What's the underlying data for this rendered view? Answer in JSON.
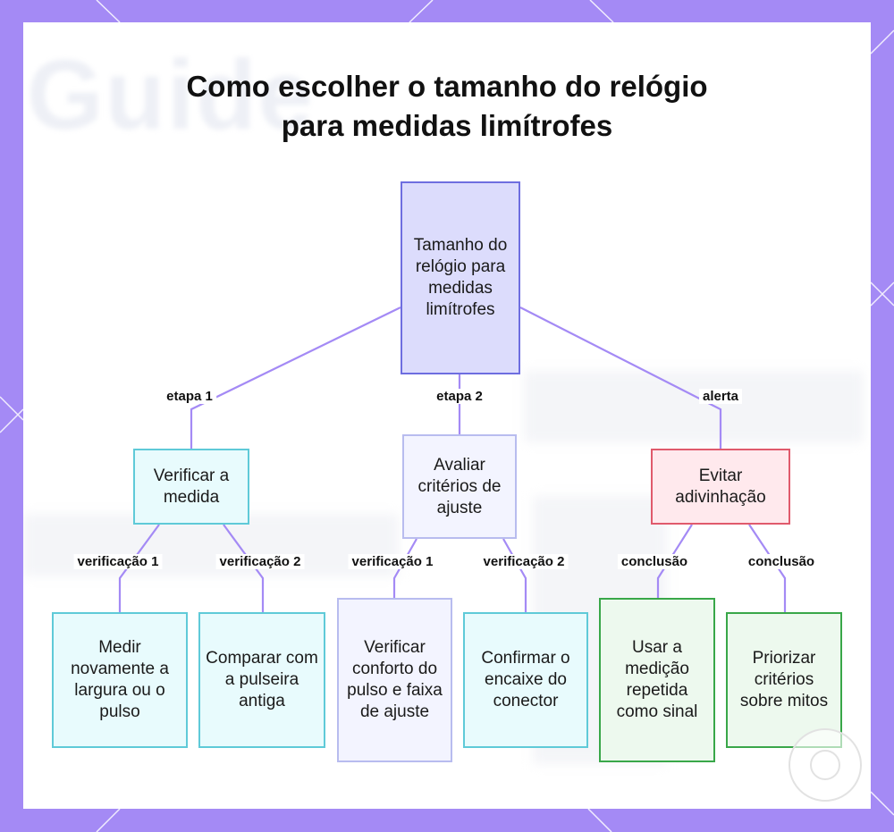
{
  "title": {
    "line1": "Como escolher o tamanho do relógio",
    "line2": "para medidas limítrofes"
  },
  "nodes": {
    "root": "Tamanho do relógio para medidas limítrofes",
    "step1": "Verificar a medida",
    "step2": "Avaliar critérios de ajuste",
    "alert": "Evitar adivinhação",
    "s1a": "Medir novamente a largura ou o pulso",
    "s1b": "Comparar com a pulseira antiga",
    "s2a": "Verificar conforto do pulso e faixa de ajuste",
    "s2b": "Confirmar o encaixe do conector",
    "a1": "Usar a medição repetida como sinal",
    "a2": "Priorizar critérios sobre mitos"
  },
  "edges": {
    "root_step1": "etapa 1",
    "root_step2": "etapa 2",
    "root_alert": "alerta",
    "step1_s1a": "verificação 1",
    "step1_s1b": "verificação 2",
    "step2_s2a": "verificação 1",
    "step2_s2b": "verificação 2",
    "alert_a1": "conclusão",
    "alert_a2": "conclusão"
  },
  "colors": {
    "background": "#a48af5",
    "edge": "#a48af5",
    "root": "#dcdcfc",
    "step": "#e8fbfd",
    "alert": "#ffe9ed",
    "leaf_green": "#edf9ee"
  }
}
